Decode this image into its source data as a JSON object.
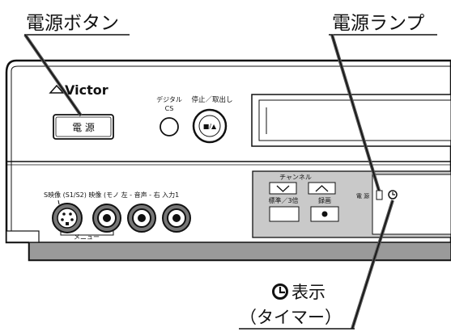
{
  "callouts": {
    "power_button": "電源ボタン",
    "power_lamp": "電源ランプ",
    "timer_display_line1": "表示",
    "timer_display_line2": "（タイマー）"
  },
  "device": {
    "brand": "Victor",
    "power_button_label": "電 源",
    "digital_cs_label_1": "デジタル",
    "digital_cs_label_2": "CS",
    "stop_eject_label": "停止／取出し",
    "stop_eject_symbol": "■/▲",
    "channel_label": "チャンネル",
    "standard_triple_label": "標準／3倍",
    "record_label": "録画",
    "lamp_label": "電 源",
    "jacks_label": "S映像 (S1/S2) 映像 (モノ 左 - 音声 - 右 入力1",
    "menu_label": "メニュー"
  }
}
